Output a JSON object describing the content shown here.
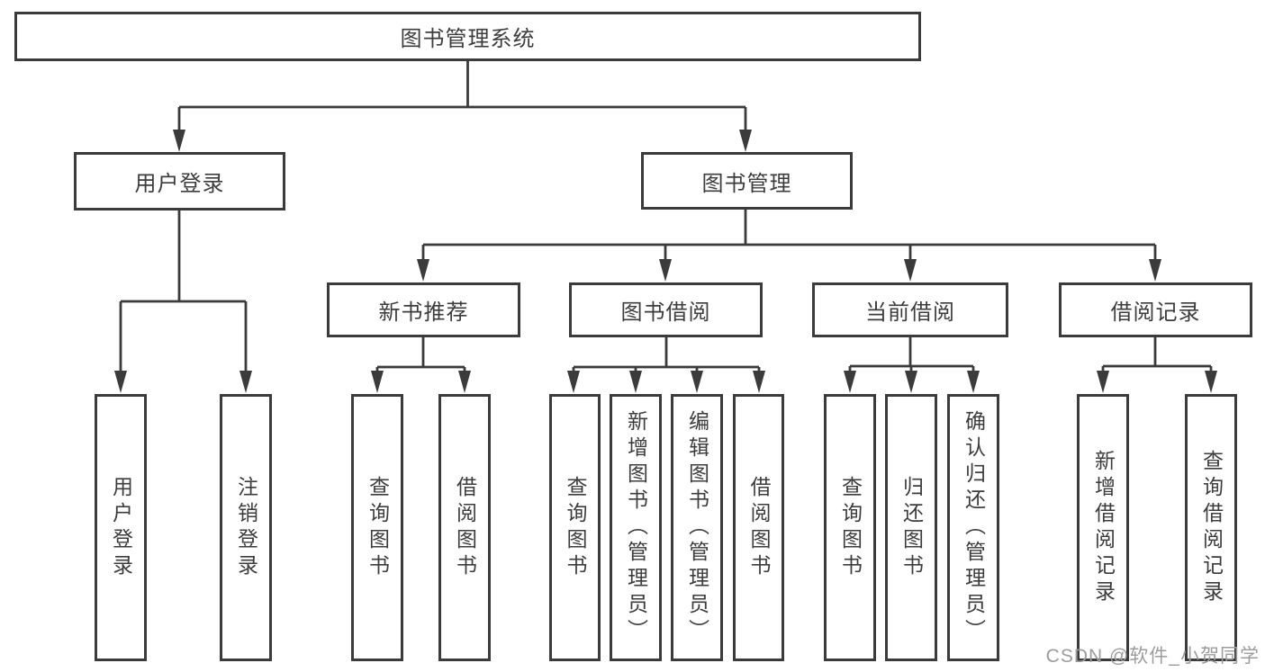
{
  "tree": {
    "label": "图书管理系统",
    "children": [
      {
        "label": "用户登录",
        "children": [
          {
            "label": "用户登录"
          },
          {
            "label": "注销登录"
          }
        ]
      },
      {
        "label": "图书管理",
        "children": [
          {
            "label": "新书推荐",
            "children": [
              {
                "label": "查询图书"
              },
              {
                "label": "借阅图书"
              }
            ]
          },
          {
            "label": "图书借阅",
            "children": [
              {
                "label": "查询图书"
              },
              {
                "label": "新增图书（管理员）"
              },
              {
                "label": "编辑图书（管理员）"
              },
              {
                "label": "借阅图书"
              }
            ]
          },
          {
            "label": "当前借阅",
            "children": [
              {
                "label": "查询图书"
              },
              {
                "label": "归还图书"
              },
              {
                "label": "确认归还（管理员）"
              }
            ]
          },
          {
            "label": "借阅记录",
            "children": [
              {
                "label": "新增借阅记录"
              },
              {
                "label": "查询借阅记录"
              }
            ]
          }
        ]
      }
    ]
  },
  "watermark": {
    "text": "CSDN @软件_小贺同学"
  },
  "colors": {
    "line": "#3b3b3b",
    "text": "#3d3d3d",
    "box_background": "#ffffff",
    "watermark": "#9c9c9c"
  }
}
